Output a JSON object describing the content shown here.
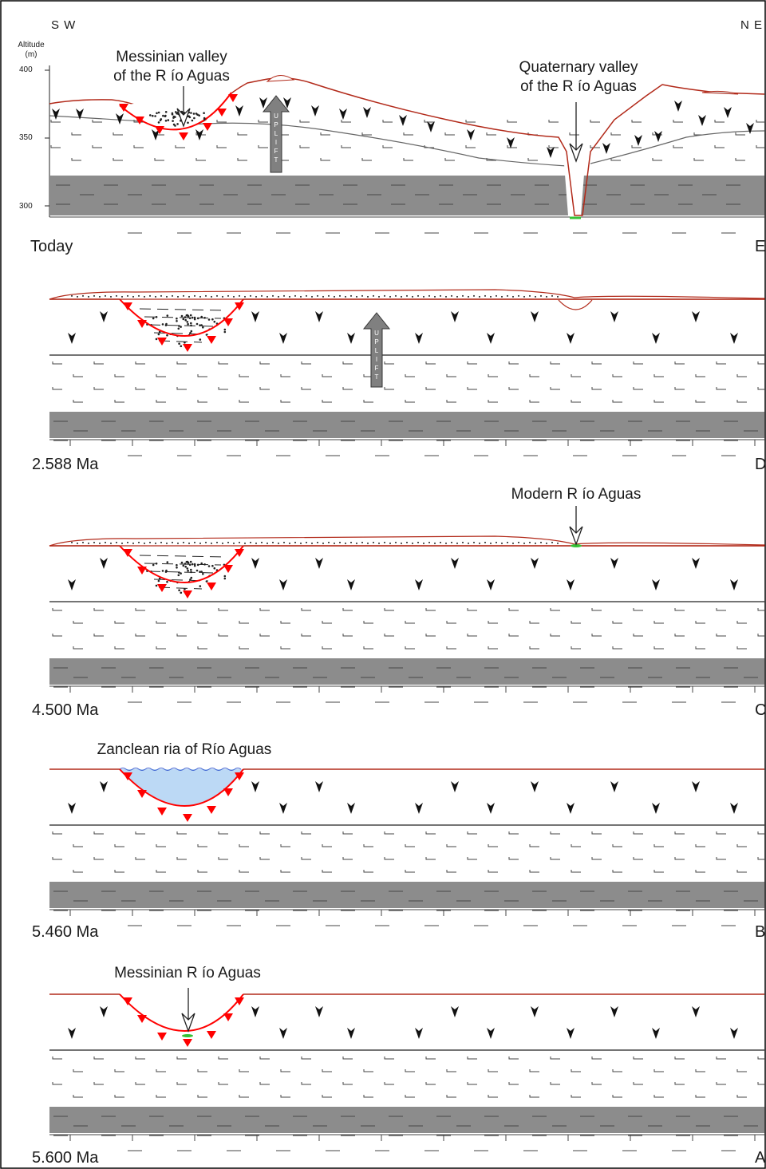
{
  "header": {
    "left_orientation": "S W",
    "right_orientation": "N E"
  },
  "axis": {
    "label_line1": "Altitude",
    "label_line2": "(m)",
    "ticks": [
      "400",
      "350",
      "300"
    ]
  },
  "uplift_label": "UPLIFT",
  "colors": {
    "fault": "#ff0000",
    "surface": "#b22a1a",
    "basement": "#8c8c8c",
    "water": "#bcd9f5",
    "green": "#35c235"
  },
  "panels": [
    {
      "age": "Today",
      "letter": "E",
      "annotations": [
        {
          "text": "Messinian valley\nof the R ío Aguas"
        },
        {
          "text": "Quaternary valley\nof the R ío Aguas"
        }
      ]
    },
    {
      "age": "2.588 Ma",
      "letter": "D",
      "annotations": []
    },
    {
      "age": "4.500 Ma",
      "letter": "C",
      "annotations": [
        {
          "text": "Modern R ío Aguas"
        }
      ]
    },
    {
      "age": "5.460 Ma",
      "letter": "B",
      "annotations": [
        {
          "text": "Zanclean ria of Río Aguas"
        }
      ]
    },
    {
      "age": "5.600 Ma",
      "letter": "A",
      "annotations": [
        {
          "text": "Messinian R ío Aguas"
        }
      ]
    }
  ]
}
